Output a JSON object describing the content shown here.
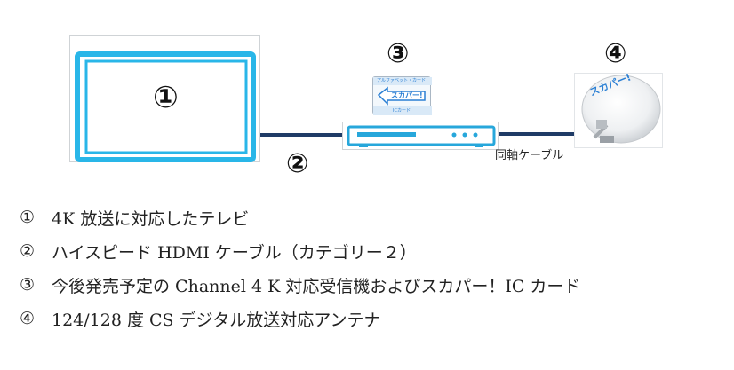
{
  "diagram": {
    "markers": {
      "tv": "①",
      "cable": "②",
      "tuner": "③",
      "antenna": "④"
    },
    "coax_label": "同軸ケーブル",
    "card": {
      "top_text": "アルファベット・カード",
      "arrow_text": "スカパー!",
      "bottom_text": "ICカード"
    },
    "dish_text": "スカパー!",
    "colors": {
      "tv_frame": "#29b6e8",
      "tuner_frame": "#27a7db",
      "cable": "#1f3b66",
      "card_blue": "#2a7fd4"
    }
  },
  "legend": [
    {
      "marker": "①",
      "text": "4K 放送に対応したテレビ"
    },
    {
      "marker": "②",
      "text": "ハイスピード HDMI ケーブル（カテゴリー２）"
    },
    {
      "marker": "③",
      "text": "今後発売予定の Channel 4 K 対応受信機およびスカパー！IC カード"
    },
    {
      "marker": "④",
      "text": "124/128 度 CS デジタル放送対応アンテナ"
    }
  ]
}
